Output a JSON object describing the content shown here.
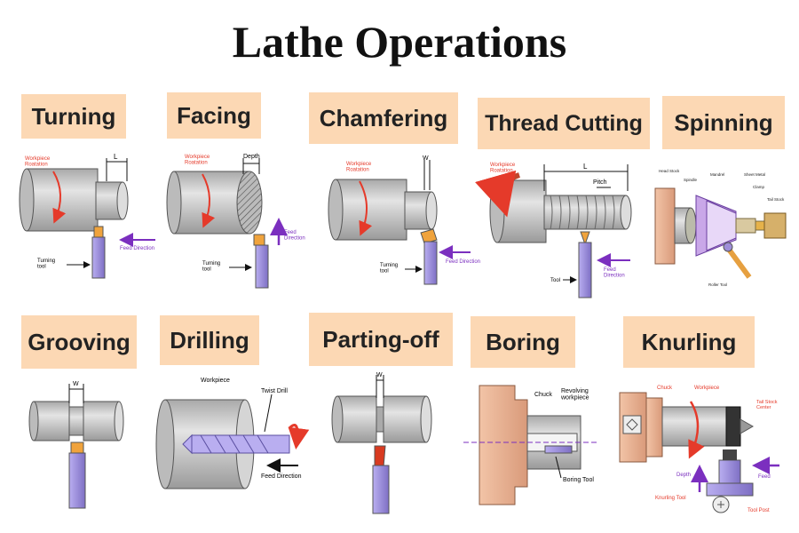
{
  "title": "Lathe Operations",
  "operations": [
    {
      "name": "Turning",
      "annotations": {
        "rotation": "Workpiece\nRoatation",
        "length": "L",
        "feed": "Feed Direction",
        "tool": "Turning\ntool"
      }
    },
    {
      "name": "Facing",
      "annotations": {
        "rotation": "Workpiece\nRoatation",
        "depth": "Depth",
        "feed": "Feed\nDirection",
        "tool": "Turning\ntool"
      }
    },
    {
      "name": "Chamfering",
      "annotations": {
        "rotation": "Workpiece\nRoatation",
        "width": "W",
        "feed": "Feed Direction",
        "tool": "Turning\ntool"
      }
    },
    {
      "name": "Thread Cutting",
      "annotations": {
        "rotation": "Workpiece\nRoatation",
        "length": "L",
        "pitch": "Pitch",
        "tool": "Tool",
        "feed": "Feed\nDirection"
      }
    },
    {
      "name": "Spinning",
      "annotations": {
        "headstock": "Head Stock",
        "spindle": "Spindle",
        "mandrel": "Mandrel",
        "sheet": "Sheet Metal",
        "clamp": "Clamp",
        "tailstock": "Tail Stock",
        "roller": "Roller Tool"
      }
    },
    {
      "name": "Grooving",
      "annotations": {
        "width": "W"
      }
    },
    {
      "name": "Drilling",
      "annotations": {
        "workpiece": "Workpiece",
        "drill": "Twist Drill",
        "feed": "Feed Direction"
      }
    },
    {
      "name": "Parting-off",
      "annotations": {
        "width": "W"
      }
    },
    {
      "name": "Boring",
      "annotations": {
        "chuck": "Chuck",
        "workpiece": "Revolving\nworkpiece",
        "tool": "Boring Tool"
      }
    },
    {
      "name": "Knurling",
      "annotations": {
        "chuck": "Chuck",
        "workpiece": "Workpiece",
        "tailstock": "Tail Stock\nCenter",
        "depth": "Depth",
        "feed": "Feed",
        "tool": "Knurling Tool",
        "post": "Tool Post"
      }
    }
  ],
  "colors": {
    "label_bg": "#fcd8b4",
    "metal": "#c9c9c9",
    "tool": "#9e8ed8",
    "insert": "#f0a33c",
    "rotation": "#e53a2a",
    "feed": "#7b2fbf"
  }
}
